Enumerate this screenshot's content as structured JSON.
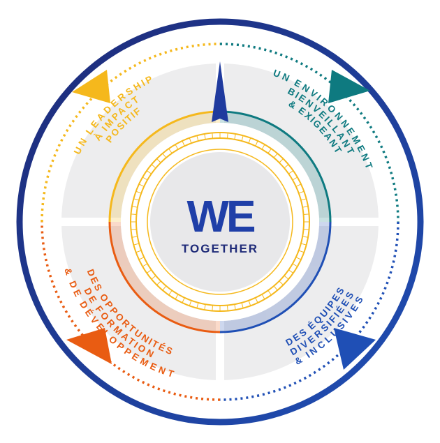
{
  "colors": {
    "navy": "#1e2a78",
    "blue": "#1f4fb5",
    "teal": "#0e7a80",
    "yellow": "#f5b81c",
    "orange": "#e95c12",
    "quadrant_fill": "#ededee",
    "center_fill": "#e8e8ea"
  },
  "logo": {
    "mark": "WE",
    "text": "TOGETHER"
  },
  "quadrants": [
    {
      "id": "leadership",
      "lines": [
        "UN LEADERSHIP",
        "À IMPACT",
        "POSITIF"
      ],
      "color": "#f5b81c"
    },
    {
      "id": "environnement",
      "lines": [
        "UN ENVIRONNEMENT",
        "BIENVEILLANT",
        "& EXIGEANT"
      ],
      "color": "#0e7a80"
    },
    {
      "id": "opportunites",
      "lines": [
        "DES OPPORTUNITÉS",
        "DE FORMATION",
        "& DE DÉVELOPPEMENT"
      ],
      "color": "#e95c12"
    },
    {
      "id": "equipes",
      "lines": [
        "DES ÉQUIPES",
        "DIVERSIFIÉES",
        "& INCLUSIVES"
      ],
      "color": "#1f4fb5"
    }
  ],
  "icons": {
    "compass_needle": "needle-icon",
    "arrows": [
      "yellow-arrow-icon",
      "teal-arrow-icon",
      "orange-arrow-icon",
      "blue-arrow-icon"
    ]
  }
}
